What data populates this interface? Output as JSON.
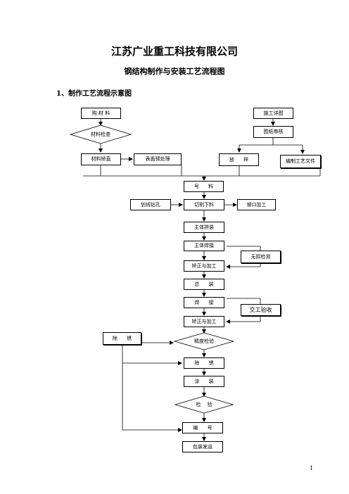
{
  "header": {
    "company": "江苏广业重工科技有限公司",
    "document_title": "钢结构制作与安装工艺流程图",
    "section": "1、制作工艺流程示意图"
  },
  "flow": {
    "materials_purchase": "购 材 料",
    "material_inspection": "材料检查",
    "material_straightening": "材料矫直",
    "surface_pretreatment": "表面预处理",
    "construction_drawing": "施工详图",
    "drawing_review": "图纸审核",
    "lofting": "放      样",
    "process_document": "编制工艺文件",
    "marking": "号      料",
    "scribing_drilling": "划线钻孔",
    "cutting": "切割下料",
    "groove_processing": "坡口加工",
    "main_assembly": "主体拼装",
    "main_welding": "主体焊接",
    "ndt": "无损检测",
    "straighten_process_1": "矫正与加工",
    "final_assembly": "总      装",
    "welding": "焊      接",
    "handover_acceptance": "交工验收",
    "straighten_process_2": "矫正与加工",
    "rust_removal_side": "除      锈",
    "precision_inspection": "精度检验",
    "rust_removal": "除      锈",
    "painting": "涂      装",
    "inspection": "检    验",
    "numbering": "编      号",
    "packing_shipping": "包装发运"
  },
  "page": {
    "number": "1"
  }
}
